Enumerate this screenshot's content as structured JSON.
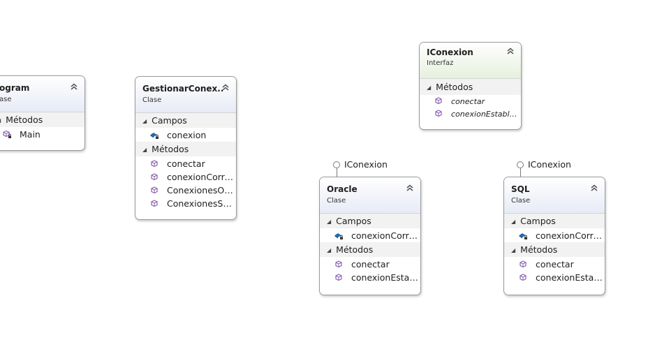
{
  "diagram": {
    "section_labels": {
      "campos": "Campos",
      "metodos": "Métodos"
    },
    "classes": [
      {
        "id": "program",
        "name": "ogram",
        "stereotype": "ase",
        "fields": [],
        "methods": [
          "Main"
        ]
      },
      {
        "id": "gestionar",
        "name": "GestionarConex...",
        "stereotype": "Clase",
        "fields": [
          "conexion"
        ],
        "methods": [
          "conectar",
          "conexionCorrec...",
          "ConexionesOra...",
          "ConexionesSQL"
        ]
      },
      {
        "id": "iconexion",
        "name": "IConexion",
        "stereotype": "Interfaz",
        "fields": [],
        "methods": [
          "conectar",
          "conexionEstableci..."
        ]
      },
      {
        "id": "oracle",
        "name": "Oracle",
        "stereotype": "Clase",
        "implements": "IConexion",
        "fields": [
          "conexionCorrec..."
        ],
        "methods": [
          "conectar",
          "conexionEstabl..."
        ]
      },
      {
        "id": "sql",
        "name": "SQL",
        "stereotype": "Clase",
        "implements": "IConexion",
        "fields": [
          "conexionCorrec..."
        ],
        "methods": [
          "conectar",
          "conexionEstabl..."
        ]
      }
    ]
  },
  "colors": {
    "class_header": "#e7ebf6",
    "interface_header": "#e6f0de",
    "method_icon": "#8a5fb3",
    "field_icon": "#1c6bb5",
    "border": "#9a9a9a"
  },
  "icons": {
    "collapse": "double-chevron-up-icon",
    "method": "method-cube-icon",
    "field": "field-icon",
    "lock": "private-lock-icon",
    "interface_lollipop": "lollipop-icon"
  }
}
